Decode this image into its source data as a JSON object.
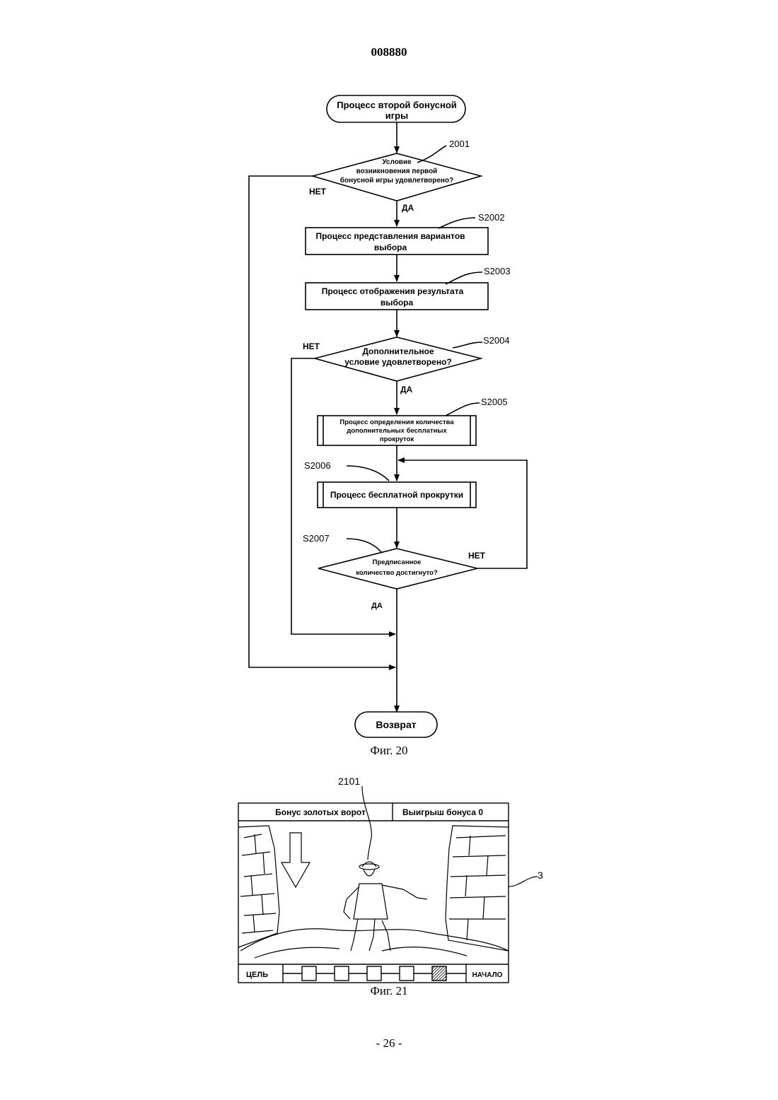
{
  "page": {
    "header_number": "008880",
    "page_number": "- 26 -"
  },
  "fig20": {
    "caption": "Фиг. 20",
    "start_line1": "Процесс второй бонусной",
    "start_line2": "игры",
    "d2001_ref": "2001",
    "d2001_line1": "Условие",
    "d2001_line2": "возникновения первой",
    "d2001_line3": "бонусной игры удовлетворено?",
    "no_2001": "НЕТ",
    "yes_2001": "ДА",
    "s2002_ref": "S2002",
    "s2002_line1": "Процесс представления вариантов",
    "s2002_line2": "выбора",
    "s2003_ref": "S2003",
    "s2003_line1": "Процесс отображения результата",
    "s2003_line2": "выбора",
    "s2004_ref": "S2004",
    "s2004_line1": "Дополнительное",
    "s2004_line2": "условие удовлетворено?",
    "no_2004": "НЕТ",
    "yes_2004": "ДА",
    "s2005_ref": "S2005",
    "s2005_line1": "Процесс определения количества",
    "s2005_line2": "дополнительных бесплатных",
    "s2005_line3": "прокруток",
    "s2006_ref": "S2006",
    "s2006_label": "Процесс бесплатной прокрутки",
    "s2007_ref": "S2007",
    "s2007_line1": "Предписанное",
    "s2007_line2": "количество достигнуто?",
    "no_2007": "НЕТ",
    "yes_2007": "ДА",
    "end_label": "Возврат"
  },
  "fig21": {
    "caption": "Фиг. 21",
    "ref_character": "2101",
    "ref_display": "3",
    "title_left": "Бонус золотых ворот",
    "title_right": "Выигрыш бонуса 0",
    "goal_label": "ЦЕЛЬ",
    "start_label": "НАЧАЛО"
  }
}
